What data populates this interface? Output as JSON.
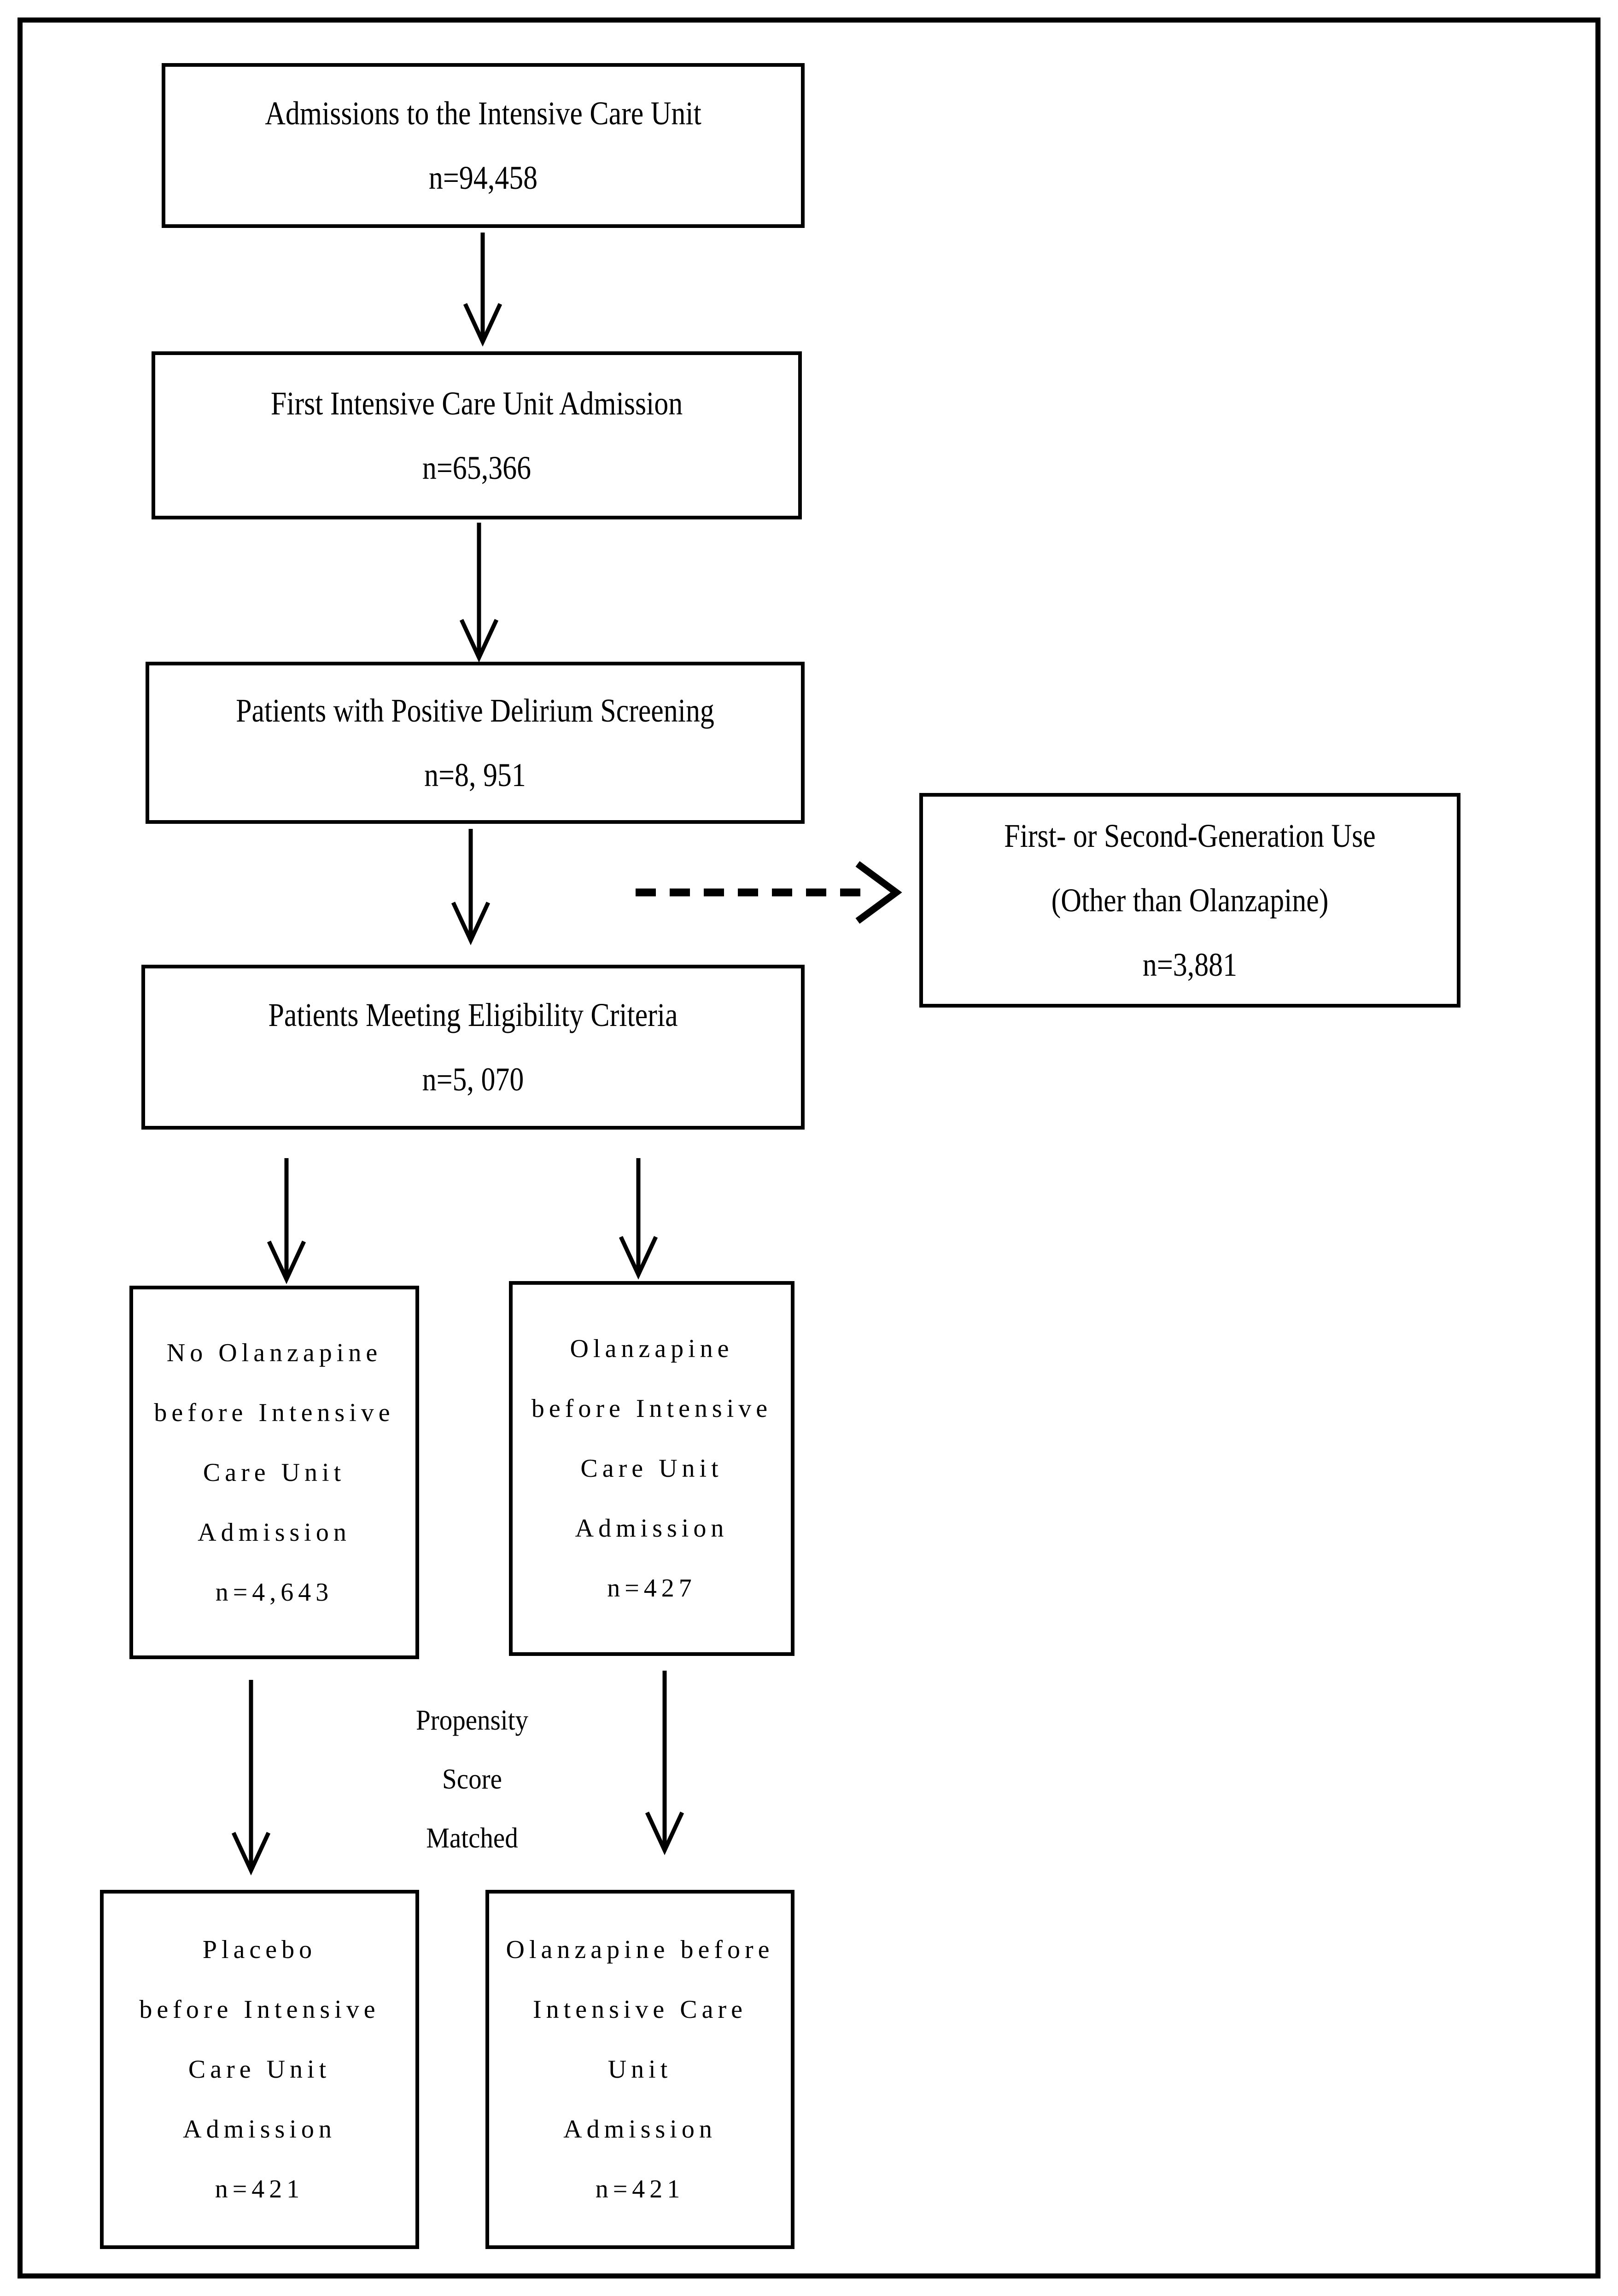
{
  "figure": {
    "colors": {
      "ink": "#000000",
      "background": "#ffffff"
    },
    "boxes": [
      {
        "name": "admissions",
        "lines": [
          "Admissions to the Intensive Care Unit",
          "n=94,458"
        ]
      },
      {
        "name": "first-icu-admission",
        "lines": [
          "First Intensive Care Unit Admission",
          "n=65,366"
        ]
      },
      {
        "name": "positive-delirium-screening",
        "lines": [
          "Patients with Positive Delirium Screening",
          "n=8, 951"
        ]
      },
      {
        "name": "first-or-second-generation-use",
        "lines": [
          "First- or Second-Generation Use",
          "(Other than Olanzapine)",
          "n=3,881"
        ]
      },
      {
        "name": "meeting-eligibility-criteria",
        "lines": [
          "Patients Meeting Eligibility Criteria",
          "n=5, 070"
        ]
      },
      {
        "name": "no-olanzapine-before-icu",
        "lines": [
          "No Olanzapine",
          "before Intensive",
          "Care Unit",
          "Admission",
          "n=4,643"
        ]
      },
      {
        "name": "olanzapine-before-icu",
        "lines": [
          "Olanzapine",
          "before Intensive",
          "Care Unit",
          "Admission",
          "n=427"
        ]
      },
      {
        "name": "placebo-before-icu",
        "lines": [
          "Placebo",
          "before Intensive",
          "Care Unit",
          "Admission",
          "n=421"
        ]
      },
      {
        "name": "olanzapine-before-icu-matched",
        "lines": [
          "Olanzapine before",
          "Intensive Care",
          "Unit",
          "Admission",
          "n=421"
        ]
      }
    ],
    "annotation": {
      "lines": [
        "Propensity",
        "Score",
        "Matched"
      ]
    }
  }
}
